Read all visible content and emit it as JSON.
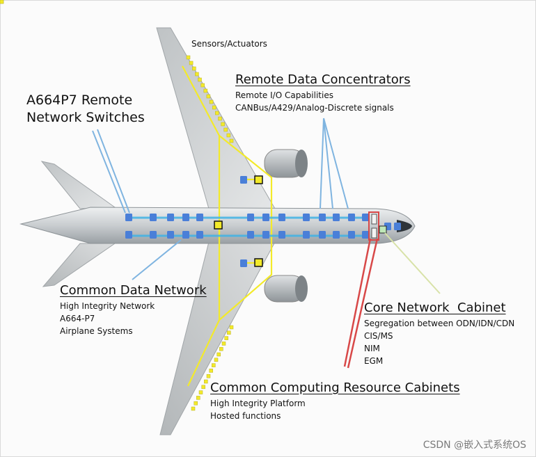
{
  "labels": {
    "sensors": "Sensors/Actuators",
    "rdc": {
      "title": "Remote Data Concentrators",
      "lines": [
        "Remote I/O Capabilities",
        "CANBus/A429/Analog-Discrete signals"
      ]
    },
    "switches": {
      "line1": "A664P7 Remote",
      "line2": "Network Switches"
    },
    "cdn": {
      "title": "Common Data Network",
      "lines": [
        "High Integrity Network",
        "A664-P7",
        "Airplane Systems"
      ]
    },
    "cnc": {
      "title": "Core Network  Cabinet",
      "lines": [
        "Segregation between ODN/IDN/CDN",
        "CIS/MS",
        "NIM",
        "EGM"
      ]
    },
    "ccr": {
      "title": "Common Computing Resource Cabinets",
      "lines": [
        "High Integrity Platform",
        "Hosted functions"
      ]
    }
  },
  "watermark": "CSDN @嵌入式系统OS",
  "colors": {
    "network_line": "#3fb3e6",
    "node_blue": "#4a7fd8",
    "wiring_yellow": "#f3ea2a",
    "core_cabinet": "#d84848",
    "core_pointer": "#d8e2a8",
    "pointer_blue": "#7fb4e0",
    "fuselage": "#d4d8db"
  }
}
